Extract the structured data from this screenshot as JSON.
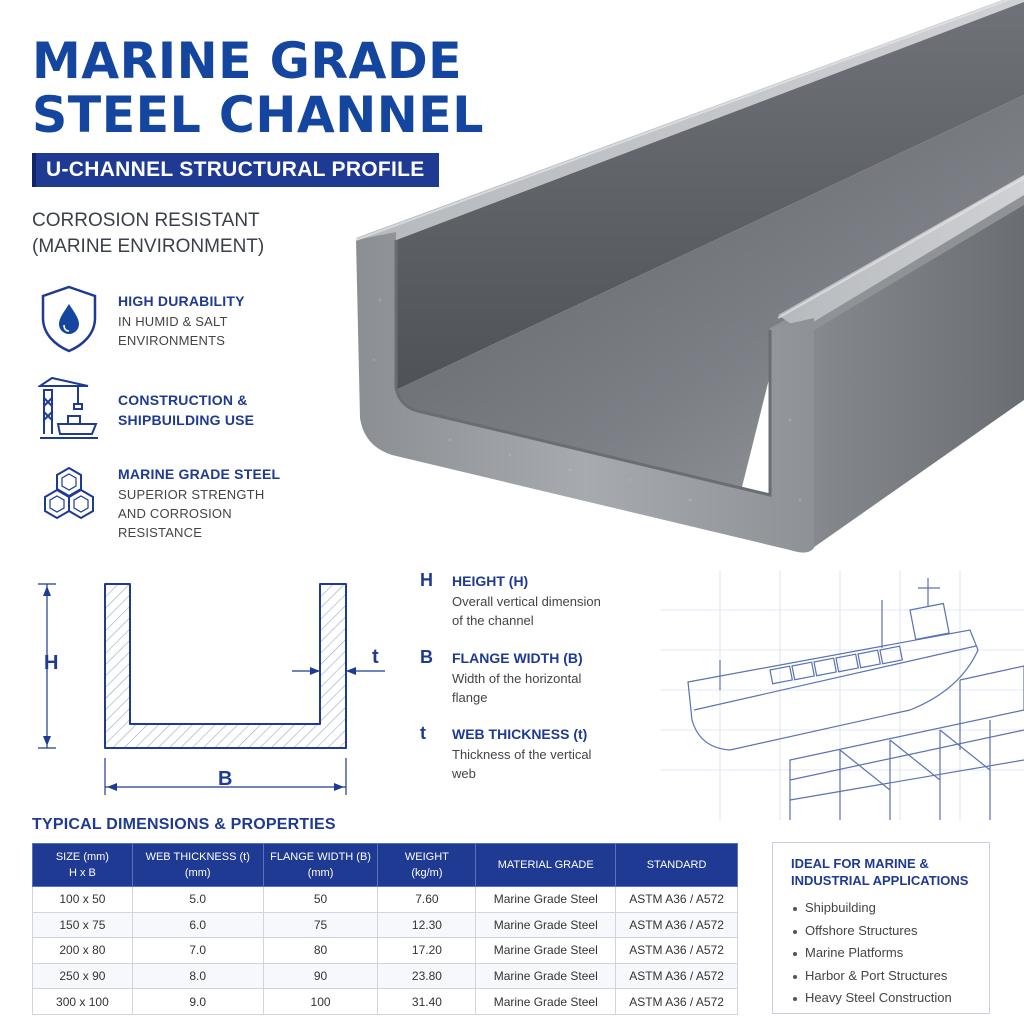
{
  "title": {
    "line1": "MARINE GRADE",
    "line2": "STEEL CHANNEL",
    "subtitle": "U-CHANNEL STRUCTURAL PROFILE"
  },
  "corrosion": {
    "line1": "CORROSION RESISTANT",
    "line2": "(MARINE ENVIRONMENT)"
  },
  "features": [
    {
      "icon": "water-drop-shield-icon",
      "title": "HIGH DURABILITY",
      "desc1": "IN HUMID & SALT",
      "desc2": "ENVIRONMENTS",
      "desc3": ""
    },
    {
      "icon": "crane-ship-icon",
      "title": "CONSTRUCTION &",
      "desc1": "SHIPBUILDING USE",
      "desc2": "",
      "desc3": ""
    },
    {
      "icon": "hexagon-structure-icon",
      "title": "MARINE GRADE STEEL",
      "desc1": "SUPERIOR STRENGTH",
      "desc2": "AND CORROSION",
      "desc3": "RESISTANCE"
    }
  ],
  "diagram": {
    "label_h": "H",
    "label_b": "B",
    "label_t": "t"
  },
  "legend": [
    {
      "letter": "H",
      "title": "HEIGHT (H)",
      "desc1": "Overall vertical dimension",
      "desc2": "of the channel"
    },
    {
      "letter": "B",
      "title": "FLANGE WIDTH (B)",
      "desc1": "Width of the horizontal",
      "desc2": "flange"
    },
    {
      "letter": "t",
      "title": "WEB THICKNESS (t)",
      "desc1": "Thickness of the vertical",
      "desc2": "web"
    }
  ],
  "table": {
    "title": "TYPICAL DIMENSIONS & PROPERTIES",
    "headers": [
      {
        "l1": "SIZE (mm)",
        "l2": "H x B"
      },
      {
        "l1": "WEB THICKNESS (t)",
        "l2": "(mm)"
      },
      {
        "l1": "FLANGE WIDTH (B)",
        "l2": "(mm)"
      },
      {
        "l1": "WEIGHT",
        "l2": "(kg/m)"
      },
      {
        "l1": "MATERIAL GRADE",
        "l2": ""
      },
      {
        "l1": "STANDARD",
        "l2": ""
      }
    ],
    "rows": [
      [
        "100 x 50",
        "5.0",
        "50",
        "7.60",
        "Marine Grade Steel",
        "ASTM A36 / A572"
      ],
      [
        "150 x 75",
        "6.0",
        "75",
        "12.30",
        "Marine Grade Steel",
        "ASTM A36 / A572"
      ],
      [
        "200 x 80",
        "7.0",
        "80",
        "17.20",
        "Marine Grade Steel",
        "ASTM A36 / A572"
      ],
      [
        "250 x 90",
        "8.0",
        "90",
        "23.80",
        "Marine Grade Steel",
        "ASTM A36 / A572"
      ],
      [
        "300 x 100",
        "9.0",
        "100",
        "31.40",
        "Marine Grade Steel",
        "ASTM A36 / A572"
      ]
    ]
  },
  "applications": {
    "title1": "IDEAL FOR MARINE &",
    "title2": "INDUSTRIAL APPLICATIONS",
    "items": [
      "Shipbuilding",
      "Offshore Structures",
      "Marine Platforms",
      "Harbor & Port Structures",
      "Heavy Steel Construction"
    ]
  },
  "colors": {
    "brand_blue": "#1446a0",
    "navy": "#1f3a93",
    "steel": "#8a8d93"
  }
}
